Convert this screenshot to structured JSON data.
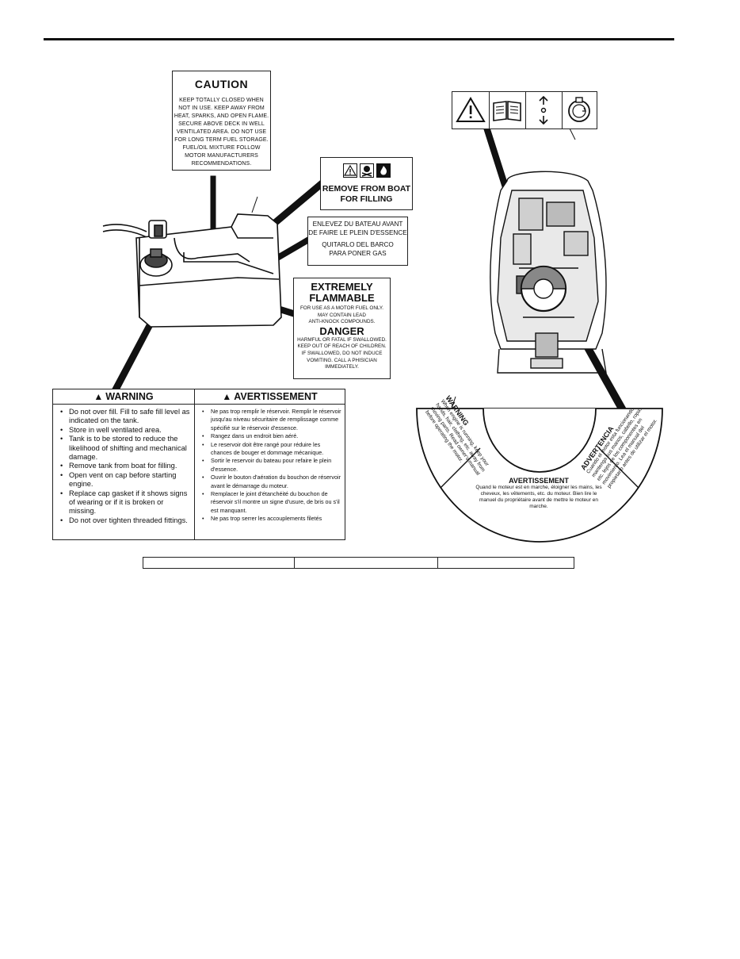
{
  "caution_label": {
    "title": "CAUTION",
    "lines": [
      "KEEP TOTALLY CLOSED WHEN",
      "NOT IN USE. KEEP AWAY FROM",
      "HEAT, SPARKS, AND OPEN FLAME.",
      "SECURE ABOVE DECK IN WELL",
      "VENTILATED AREA. DO NOT USE",
      "FOR LONG TERM FUEL STORAGE.",
      "FUEL/OIL MIXTURE FOLLOW",
      "MOTOR MANUFACTURERS",
      "RECOMMENDATIONS."
    ]
  },
  "remove_label": {
    "line1": "REMOVE FROM BOAT",
    "line2": "FOR FILLING"
  },
  "bilingual_label": {
    "lines": [
      "ENLEVEZ DU BATEAU AVANT",
      "DE FAIRE LE PLEIN D'ESSENCE",
      "QUITARLO DEL BARCO",
      "PARA PONER GAS"
    ]
  },
  "flammable_label": {
    "title1": "EXTREMELY",
    "title2": "FLAMMABLE",
    "lines1": [
      "FOR USE AS A MOTOR FUEL ONLY.",
      "MAY CONTAIN LEAD",
      "ANTI-KNOCK COMPOUNDS."
    ],
    "danger": "DANGER",
    "lines2": [
      "HARMFUL OR FATAL IF SWALLOWED.",
      "KEEP OUT OF REACH OF CHILDREN.",
      "IF SWALLOWED, DO NOT INDUCE",
      "VOMITING. CALL A PHISICIAN",
      "IMMEDIATELY."
    ]
  },
  "warning_label": {
    "en_title": "WARNING",
    "fr_title": "AVERTISSEMENT",
    "en_items": [
      "Do not over fill. Fill to safe fill level as indicated on the tank.",
      "Store in well ventilated area.",
      "Tank is to be stored to reduce the likelihood of shifting and mechanical damage.",
      "Remove tank from boat for filling.",
      "Open vent on cap before starting engine.",
      "Replace cap gasket if it shows signs of wearing or if it is broken or missing.",
      "Do not over tighten threaded fittings."
    ],
    "fr_items": [
      "Ne pas trop remplir le réservoir. Remplir le réservoir jusqu'au niveau sécuritaire de remplissage comme spécifié sur le réservoir d'essence.",
      "Rangez dans un endroit bien aéré.",
      "Le reservoir doit être rangé pour réduire les chances de bouger et dommage mécanique.",
      "Sortir le reservoir du bateau pour refaire le plein d'essence.",
      "Ouvrir le bouton d'aération du bouchon de réservoir avant le démarrage du moteur.",
      "Remplacer le joint d'étanchéité du bouchon de réservoir s'il montre un signe d'usure, de bris ou s'il est manquant.",
      "Ne pas trop serrer les accouplements filetés"
    ]
  },
  "arc_label": {
    "en_title": "WARNING",
    "en_text": "When engine is running, keep your hands, hair, clothing, etc. away from moving parts. Read owner's manual before operating the motor.",
    "fr_title": "AVERTISSEMENT",
    "fr_text": "Quand le moteur est en marche, éloigner les mains, les cheveux, les vêtements, etc. du moteur. Bien lire le manuel du propriétaire avant de mettre le moteur en marche.",
    "es_title": "ADVERTENCIA",
    "es_text": "Cuando el motor esta funcionando, mantenga sus manos, cabello, ropa, etc. lejos de los componentes en movimiento. Lea el manual del propietario antes de utilizar el motor."
  },
  "icon_strip": {
    "icons": [
      "warning-triangle-icon",
      "manual-book-icon",
      "up-down-arrow-icon",
      "rotation-icon"
    ]
  },
  "colors": {
    "ink": "#111111",
    "paper": "#ffffff"
  }
}
